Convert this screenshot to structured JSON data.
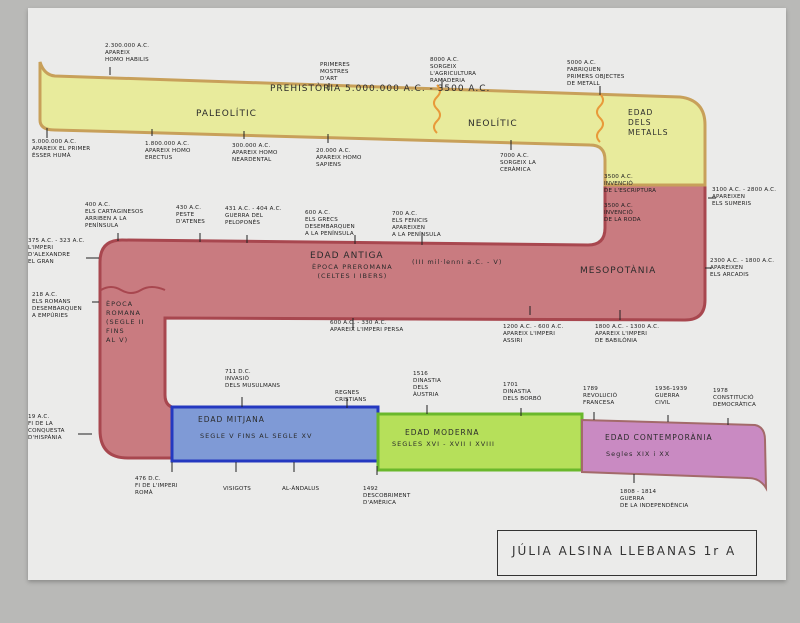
{
  "bands": {
    "prehistoria": "PREHISTÒRIA 5.000.000 a.C. - 3500 a.C.",
    "paleolitic": "PALEOLÍTIC",
    "neolitic": "NEOLÍTIC",
    "metalls": "EDAD\nDELS\n      METALLS",
    "antiga": "EDAD ANTIGA",
    "antiga_sub": "Època preromana\n(celtes i ibers)",
    "antiga_range": "(III mil·lenni a.C. - V)",
    "mesopotamia": "MESOPOTÀNIA",
    "romana": "ÈPOCA\nROMANA\n(segle II\nfins\nal V)",
    "mitjana": "EDAD MITJANA",
    "mitjana_sub": "Segle V fins al segle XV",
    "moderna": "EDAD MODERNA",
    "moderna_sub": "Segles XVI - XVII i XVIII",
    "contemporania": "EDAD CONTEMPORÀNIA",
    "contemporania_sub": "Segles XIX i XX"
  },
  "colors": {
    "prehistory": "#e8eb9c",
    "prehistory_border": "#c8a05a",
    "antiquity": "#c97b80",
    "antiquity_border": "#a8474f",
    "middle_ages": "#7f9ad6",
    "middle_ages_border": "#2438c0",
    "modern": "#b6e05a",
    "modern_border": "#6ab82c",
    "contemporary": "#c98ac2",
    "contemporary_border": "#a36a6a"
  },
  "annotations": [
    "2.300.000 a.C.\nApareix\nHomo habilis",
    "Primeres\nmostres\nd'art",
    "8000 a.C.\nSorgeix\nl'agricultura\nramaderia",
    "5000 a.C.\nFabriquen\nprimers objectes\nde metall",
    "5.000.000 a.C.\nApareix el primer\nésser humà",
    "1.800.000 a.C.\nApareix Homo\nErectus",
    "300.000 a.C.\nApareix Homo\nNeardental",
    "20.000 a.C.\nApareix Homo\nSapiens",
    "7000 a.C.\nSorgeix la\nceràmica",
    "3500 a.C.\nInvenció\nde l'escriptura",
    "3500 a.C.\nInvenció\nde la roda",
    "3100 a.C. - 2800 a.C.\nApareixen\nels sumeris",
    "2300 a.C. - 1800 a.C.\nApareixen\nels arcadis",
    "400 a.C.\nEls cartaginesos\narriben a la\n      península",
    "430 a.C.\nPeste\nd'Atenes",
    "431 a.C. - 404 a.C.\nGuerra del\nPeloponès",
    "600 a.C.\nEls grecs\ndesembarquen\na la península",
    "700 a.C.\nEls fenicis\napareixen\n  a la península",
    "375 a.C. - 323 a.C.\nL'Imperi\nd'Alexandre\nel Gran",
    "218 a.C.\nEls romans\ndesembarquen\na Empúries",
    "600 a.C. - 330 a.C.\nApareix l'Imperi persa",
    "1200 a.C. - 600 a.C.\nApareix l'Imperi\nassiri",
    "1800 a.C. - 1300 a.C.\nApareix l'Imperi\nde Babilònia",
    "711 d.C.\nInvasió\ndels musulmans",
    "Regnes\ncristians",
    "1516\nDinastia\ndels\nÀustria",
    "1701\nDinastia\ndels Borbó",
    "1789\nRevolució\nFrancesa",
    "1936-1939\nGuerra\ncivil",
    "1978\nConstitució\ndemocràtica",
    "19 a.C.\nFi de la\nconquesta\nd'Hispània",
    "476 d.C.\nFi de l'Imperi\nromà",
    "Visigots",
    "Al-Àndalus",
    "1492\nDescobriment\nd'Amèrica",
    "1808 - 1814\nGuerra\nde la Independència"
  ],
  "author": "JÚLIA ALSINA LLEBANAS 1r A"
}
